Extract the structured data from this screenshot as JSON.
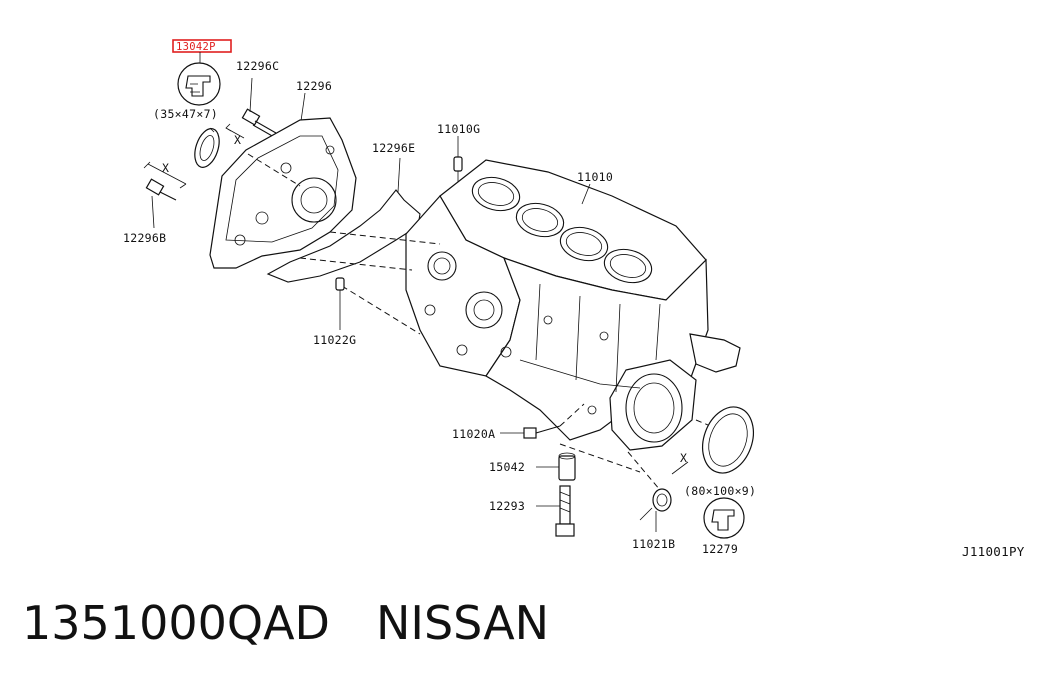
{
  "labels": {
    "highlight": "13042P",
    "seal_small_size": "(35×47×7)",
    "p12296C": "12296C",
    "p12296": "12296",
    "p12296E": "12296E",
    "p12296B": "12296B",
    "p11010G": "11010G",
    "p11010": "11010",
    "p11022G": "11022G",
    "p11020A": "11020A",
    "p15042": "15042",
    "p12293": "12293",
    "p11021B": "11021B",
    "p12279": "12279",
    "seal_large_size": "(80×100×9)",
    "x1": "X",
    "x2": "X",
    "x3": "X",
    "diagram_code": "J11001PY"
  },
  "caption": {
    "part_number": "1351000QAD",
    "brand": "NISSAN"
  }
}
